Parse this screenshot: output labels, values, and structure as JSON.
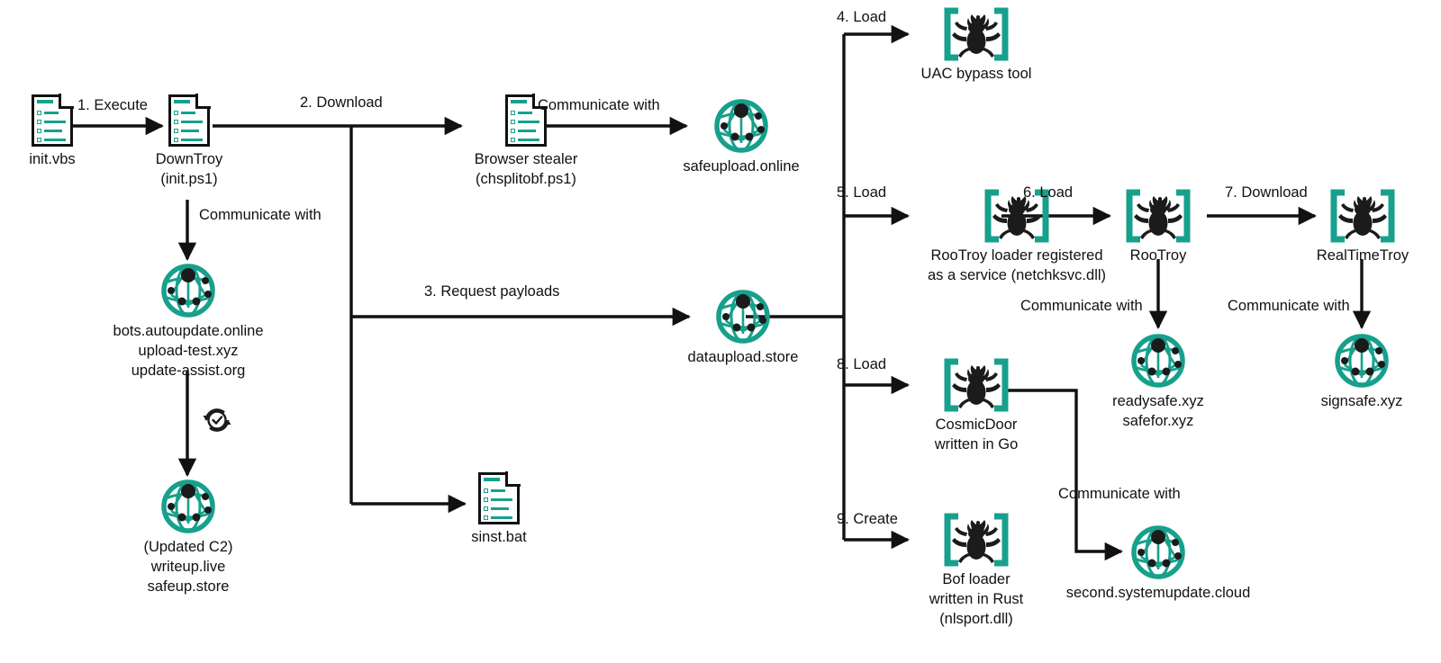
{
  "diagram": {
    "title": "Malware infection chain flow diagram",
    "accent_teal": "#17a08c",
    "line_color": "#111111"
  },
  "nodes": {
    "init_vbs": {
      "label": "init.vbs",
      "icon": "document-icon"
    },
    "downtroy": {
      "label": "DownTroy\n(init.ps1)",
      "icon": "document-icon"
    },
    "browser_stealer": {
      "label": "Browser stealer\n(chsplitobf.ps1)",
      "icon": "document-icon"
    },
    "sinst_bat": {
      "label": "sinst.bat",
      "icon": "document-icon"
    },
    "safeupload": {
      "label": "safeupload.online",
      "icon": "globe-icon"
    },
    "bots_c2": {
      "label": "bots.autoupdate.online\nupload-test.xyz\nupdate-assist.org",
      "icon": "globe-icon"
    },
    "updated_c2": {
      "label": "(Updated C2)\nwriteup.live\nsafeup.store",
      "icon": "globe-icon"
    },
    "dataupload": {
      "label": "dataupload.store",
      "icon": "globe-icon"
    },
    "uac_bypass": {
      "label": "UAC bypass tool",
      "icon": "bug-icon"
    },
    "rootroy_loader": {
      "label": "RooTroy loader registered\nas a service (netchksvc.dll)",
      "icon": "bug-icon"
    },
    "rootroy": {
      "label": "RooTroy",
      "icon": "bug-icon"
    },
    "realtimetroy": {
      "label": "RealTimeTroy",
      "icon": "bug-icon"
    },
    "readysafe": {
      "label": "readysafe.xyz\nsafefor.xyz",
      "icon": "globe-icon"
    },
    "signsafe": {
      "label": "signsafe.xyz",
      "icon": "globe-icon"
    },
    "cosmicdoor": {
      "label": "CosmicDoor\nwritten in Go",
      "icon": "bug-icon"
    },
    "bof_loader": {
      "label": "Bof loader\nwritten in Rust\n(nlsport.dll)",
      "icon": "bug-icon"
    },
    "second_update": {
      "label": "second.systemupdate.cloud",
      "icon": "globe-icon"
    }
  },
  "edges": {
    "e1_execute": "1. Execute",
    "e2_download": "2. Download",
    "e_comm_browser": "Communicate with",
    "e_comm_downtroy": "Communicate with",
    "e3_request_payloads": "3. Request payloads",
    "e4_load": "4. Load",
    "e5_load": "5. Load",
    "e6_load": "6. Load",
    "e7_download": "7. Download",
    "e8_load": "8. Load",
    "e9_create": "9. Create",
    "e_comm_rootroy": "Communicate with",
    "e_comm_realtimetroy": "Communicate with",
    "e_comm_cosmicdoor": "Communicate with"
  },
  "icons": {
    "refresh_check": "refresh-check-icon"
  }
}
